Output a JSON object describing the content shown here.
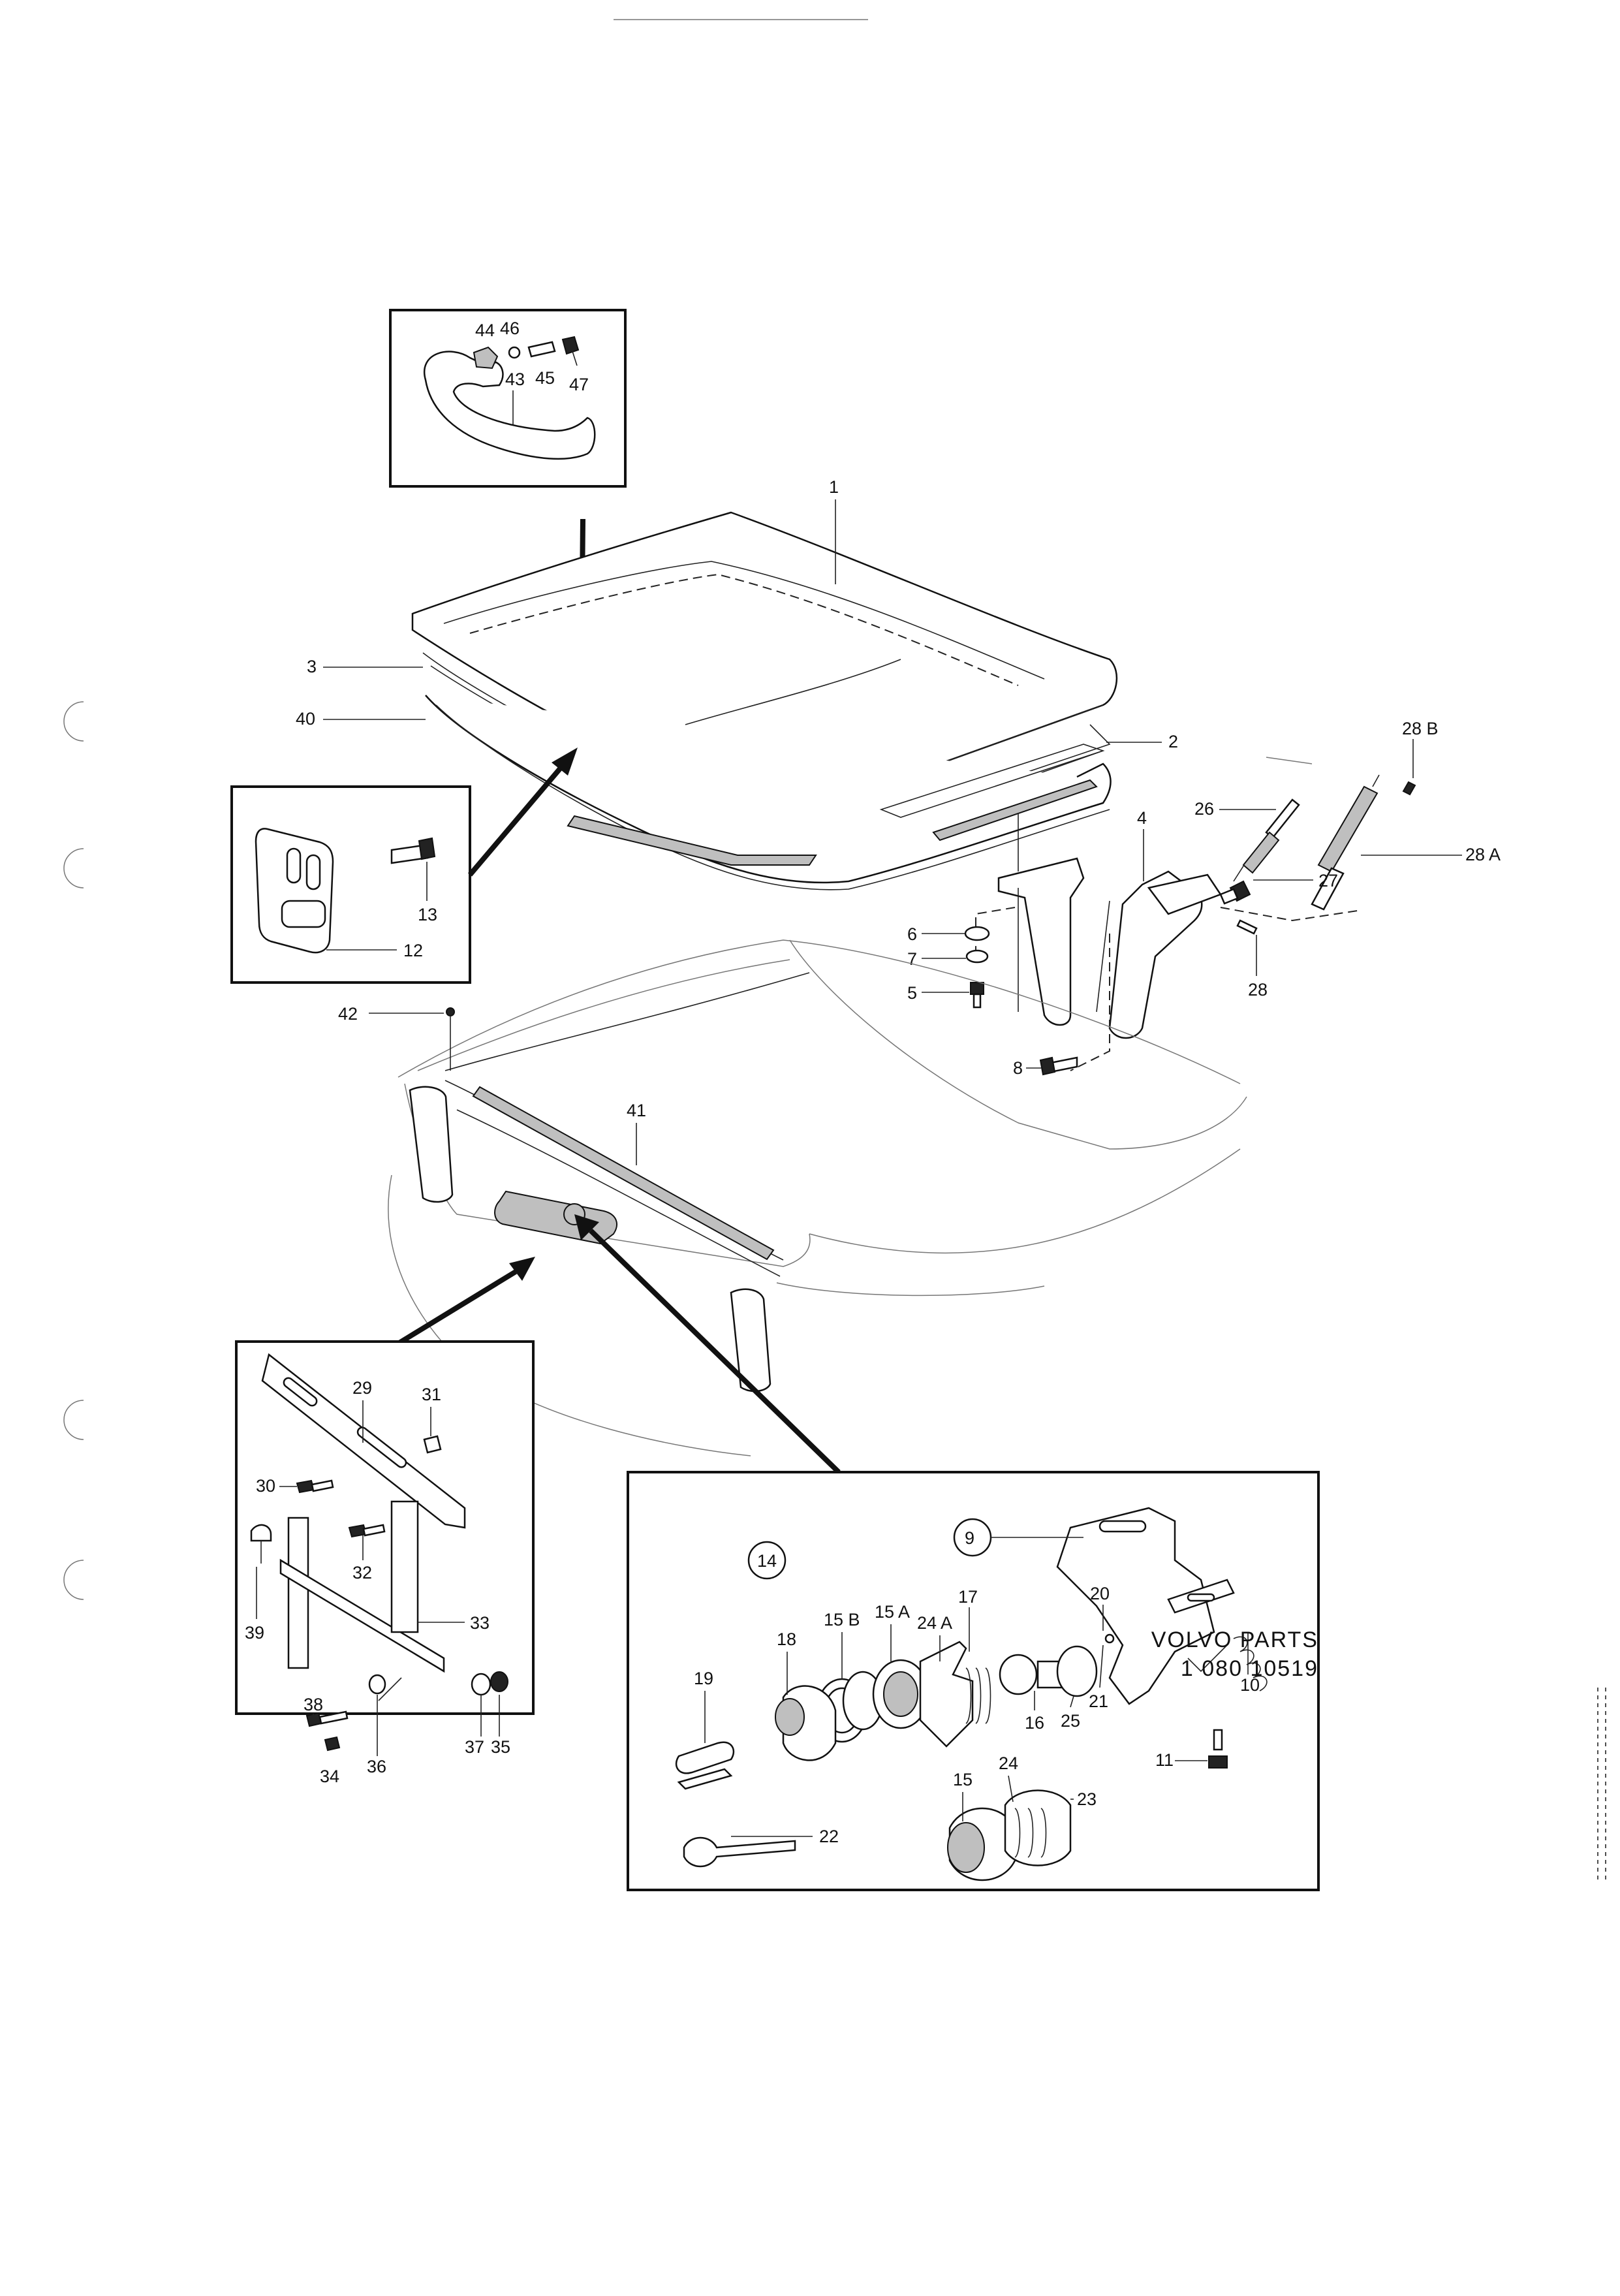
{
  "footer": {
    "brand": "VOLVO PARTS",
    "doc_number": "1 080 10519"
  },
  "labels": {
    "l1": "1",
    "l2": "2",
    "l3": "3",
    "l4": "4",
    "l5": "5",
    "l6": "6",
    "l7": "7",
    "l8": "8",
    "l9": "9",
    "l10": "10",
    "l11": "11",
    "l12": "12",
    "l13": "13",
    "l14": "14",
    "l15": "15",
    "l15a": "15 A",
    "l15b": "15 B",
    "l16": "16",
    "l17": "17",
    "l18": "18",
    "l19": "19",
    "l20": "20",
    "l21": "21",
    "l22": "22",
    "l23": "23",
    "l24": "24",
    "l24a": "24 A",
    "l25": "25",
    "l26": "26",
    "l27": "27",
    "l28": "28",
    "l28a": "28 A",
    "l28b": "28 B",
    "l29": "29",
    "l30": "30",
    "l31": "31",
    "l32": "32",
    "l33": "33",
    "l34": "34",
    "l35": "35",
    "l36": "36",
    "l37": "37",
    "l38": "38",
    "l39": "39",
    "l40": "40",
    "l41": "41",
    "l42": "42",
    "l43": "43",
    "l44": "44",
    "l45": "45",
    "l46": "46",
    "l47": "47"
  }
}
